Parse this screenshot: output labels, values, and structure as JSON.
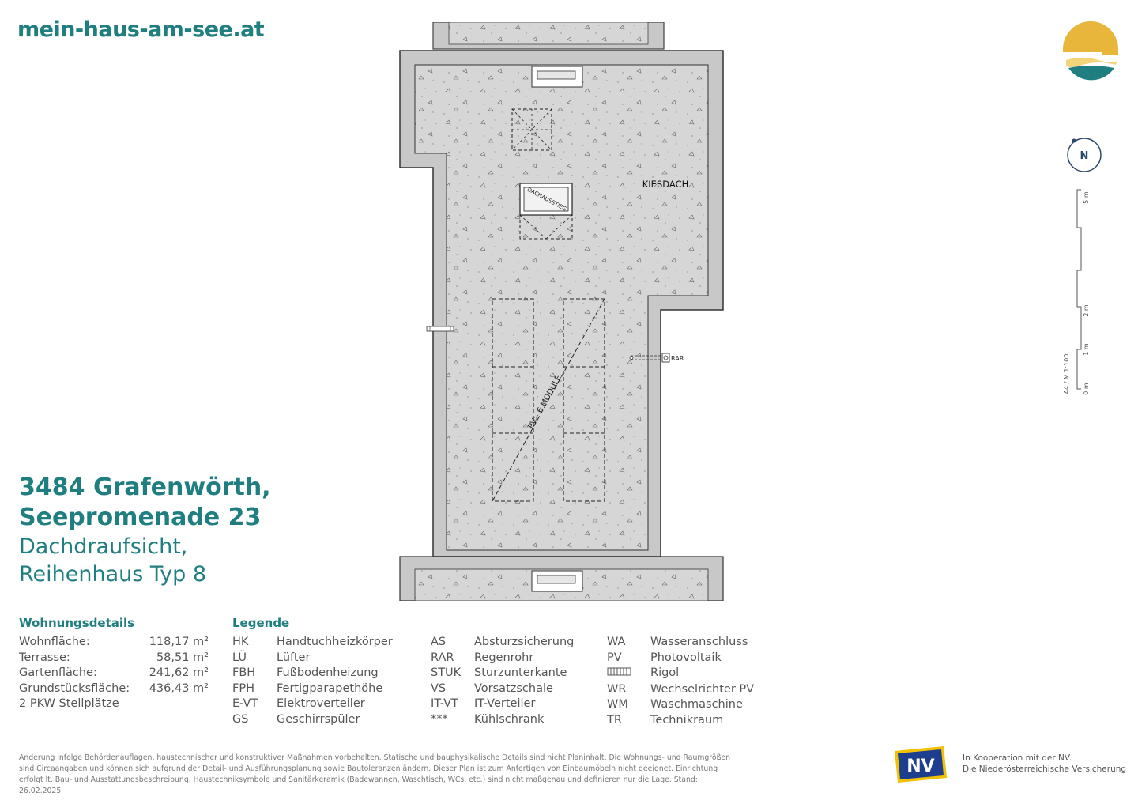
{
  "header": {
    "site": "mein-haus-am-see.at"
  },
  "title": {
    "address_line1": "3484 Grafenwörth,",
    "address_line2": "Seepromenade 23",
    "sub_line1": "Dachdraufsicht,",
    "sub_line2": "Reihenhaus Typ 8"
  },
  "plan": {
    "roof_label": "KIESDACH",
    "hatch_label": "DACHAUSSTIEG",
    "pv_label": "PV - 6 MODULE",
    "rar_label": "RAR"
  },
  "compass": {
    "label": "N"
  },
  "scale": {
    "labels": [
      "5 m",
      "2 m",
      "1 m",
      "0 m"
    ],
    "format": "A4 / M 1:100"
  },
  "details": {
    "title": "Wohnungsdetails",
    "rows": [
      {
        "label": "Wohnfläche:",
        "value": "118,17 m²"
      },
      {
        "label": "Terrasse:",
        "value": "58,51 m²"
      },
      {
        "label": "Gartenfläche:",
        "value": "241,62 m²"
      },
      {
        "label": "Grundstücksfläche:",
        "value": "436,43 m²"
      },
      {
        "label": "2 PKW Stellplätze",
        "value": ""
      }
    ]
  },
  "legend": {
    "title": "Legende",
    "col1": [
      {
        "abbr": "HK",
        "text": "Handtuchheizkörper"
      },
      {
        "abbr": "LÜ",
        "text": "Lüfter"
      },
      {
        "abbr": "FBH",
        "text": "Fußbodenheizung"
      },
      {
        "abbr": "FPH",
        "text": "Fertigparapethöhe"
      },
      {
        "abbr": "E-VT",
        "text": "Elektroverteiler"
      },
      {
        "abbr": "GS",
        "text": "Geschirrspüler"
      }
    ],
    "col2": [
      {
        "abbr": "AS",
        "text": "Absturzsicherung"
      },
      {
        "abbr": "RAR",
        "text": "Regenrohr"
      },
      {
        "abbr": "STUK",
        "text": "Sturzunterkante"
      },
      {
        "abbr": "VS",
        "text": "Vorsatzschale"
      },
      {
        "abbr": "IT-VT",
        "text": "IT-Verteiler"
      },
      {
        "abbr": "***",
        "text": "Kühlschrank"
      }
    ],
    "col3": [
      {
        "abbr": "WA",
        "text": "Wasseranschluss"
      },
      {
        "abbr": "PV",
        "text": "Photovoltaik"
      },
      {
        "abbr": "",
        "text": "Rigol"
      },
      {
        "abbr": "WR",
        "text": "Wechselrichter PV"
      },
      {
        "abbr": "WM",
        "text": "Waschmaschine"
      },
      {
        "abbr": "TR",
        "text": "Technikraum"
      }
    ]
  },
  "footer": {
    "disclaimer_1": "Änderung infolge Behördenauflagen, haustechnischer und konstruktiver Maßnahmen vorbehalten. Statische und bauphysikalische Details sind nicht Planinhalt. Die Wohnungs- und Raumgrößen",
    "disclaimer_2": "sind Circaangaben und können sich aufgrund der Detail- und Ausführungsplanung sowie Bautoleranzen ändern. Dieser Plan ist zum Anfertigen von Einbaumöbeln nicht geeignet. Einrichtung",
    "disclaimer_3": "erfolgt lt. Bau- und Ausstattungsbeschreibung. Haustechniksymbole und Sanitärkeramik (Badewannen, Waschtisch, WCs, etc.) sind nicht maßgenau und definieren nur die Lage. Stand: 26.02.2025",
    "nv_logo": "NV",
    "coop_line1": "In Kooperation mit der NV.",
    "coop_line2": "Die Niederösterreichische Versicherung"
  }
}
